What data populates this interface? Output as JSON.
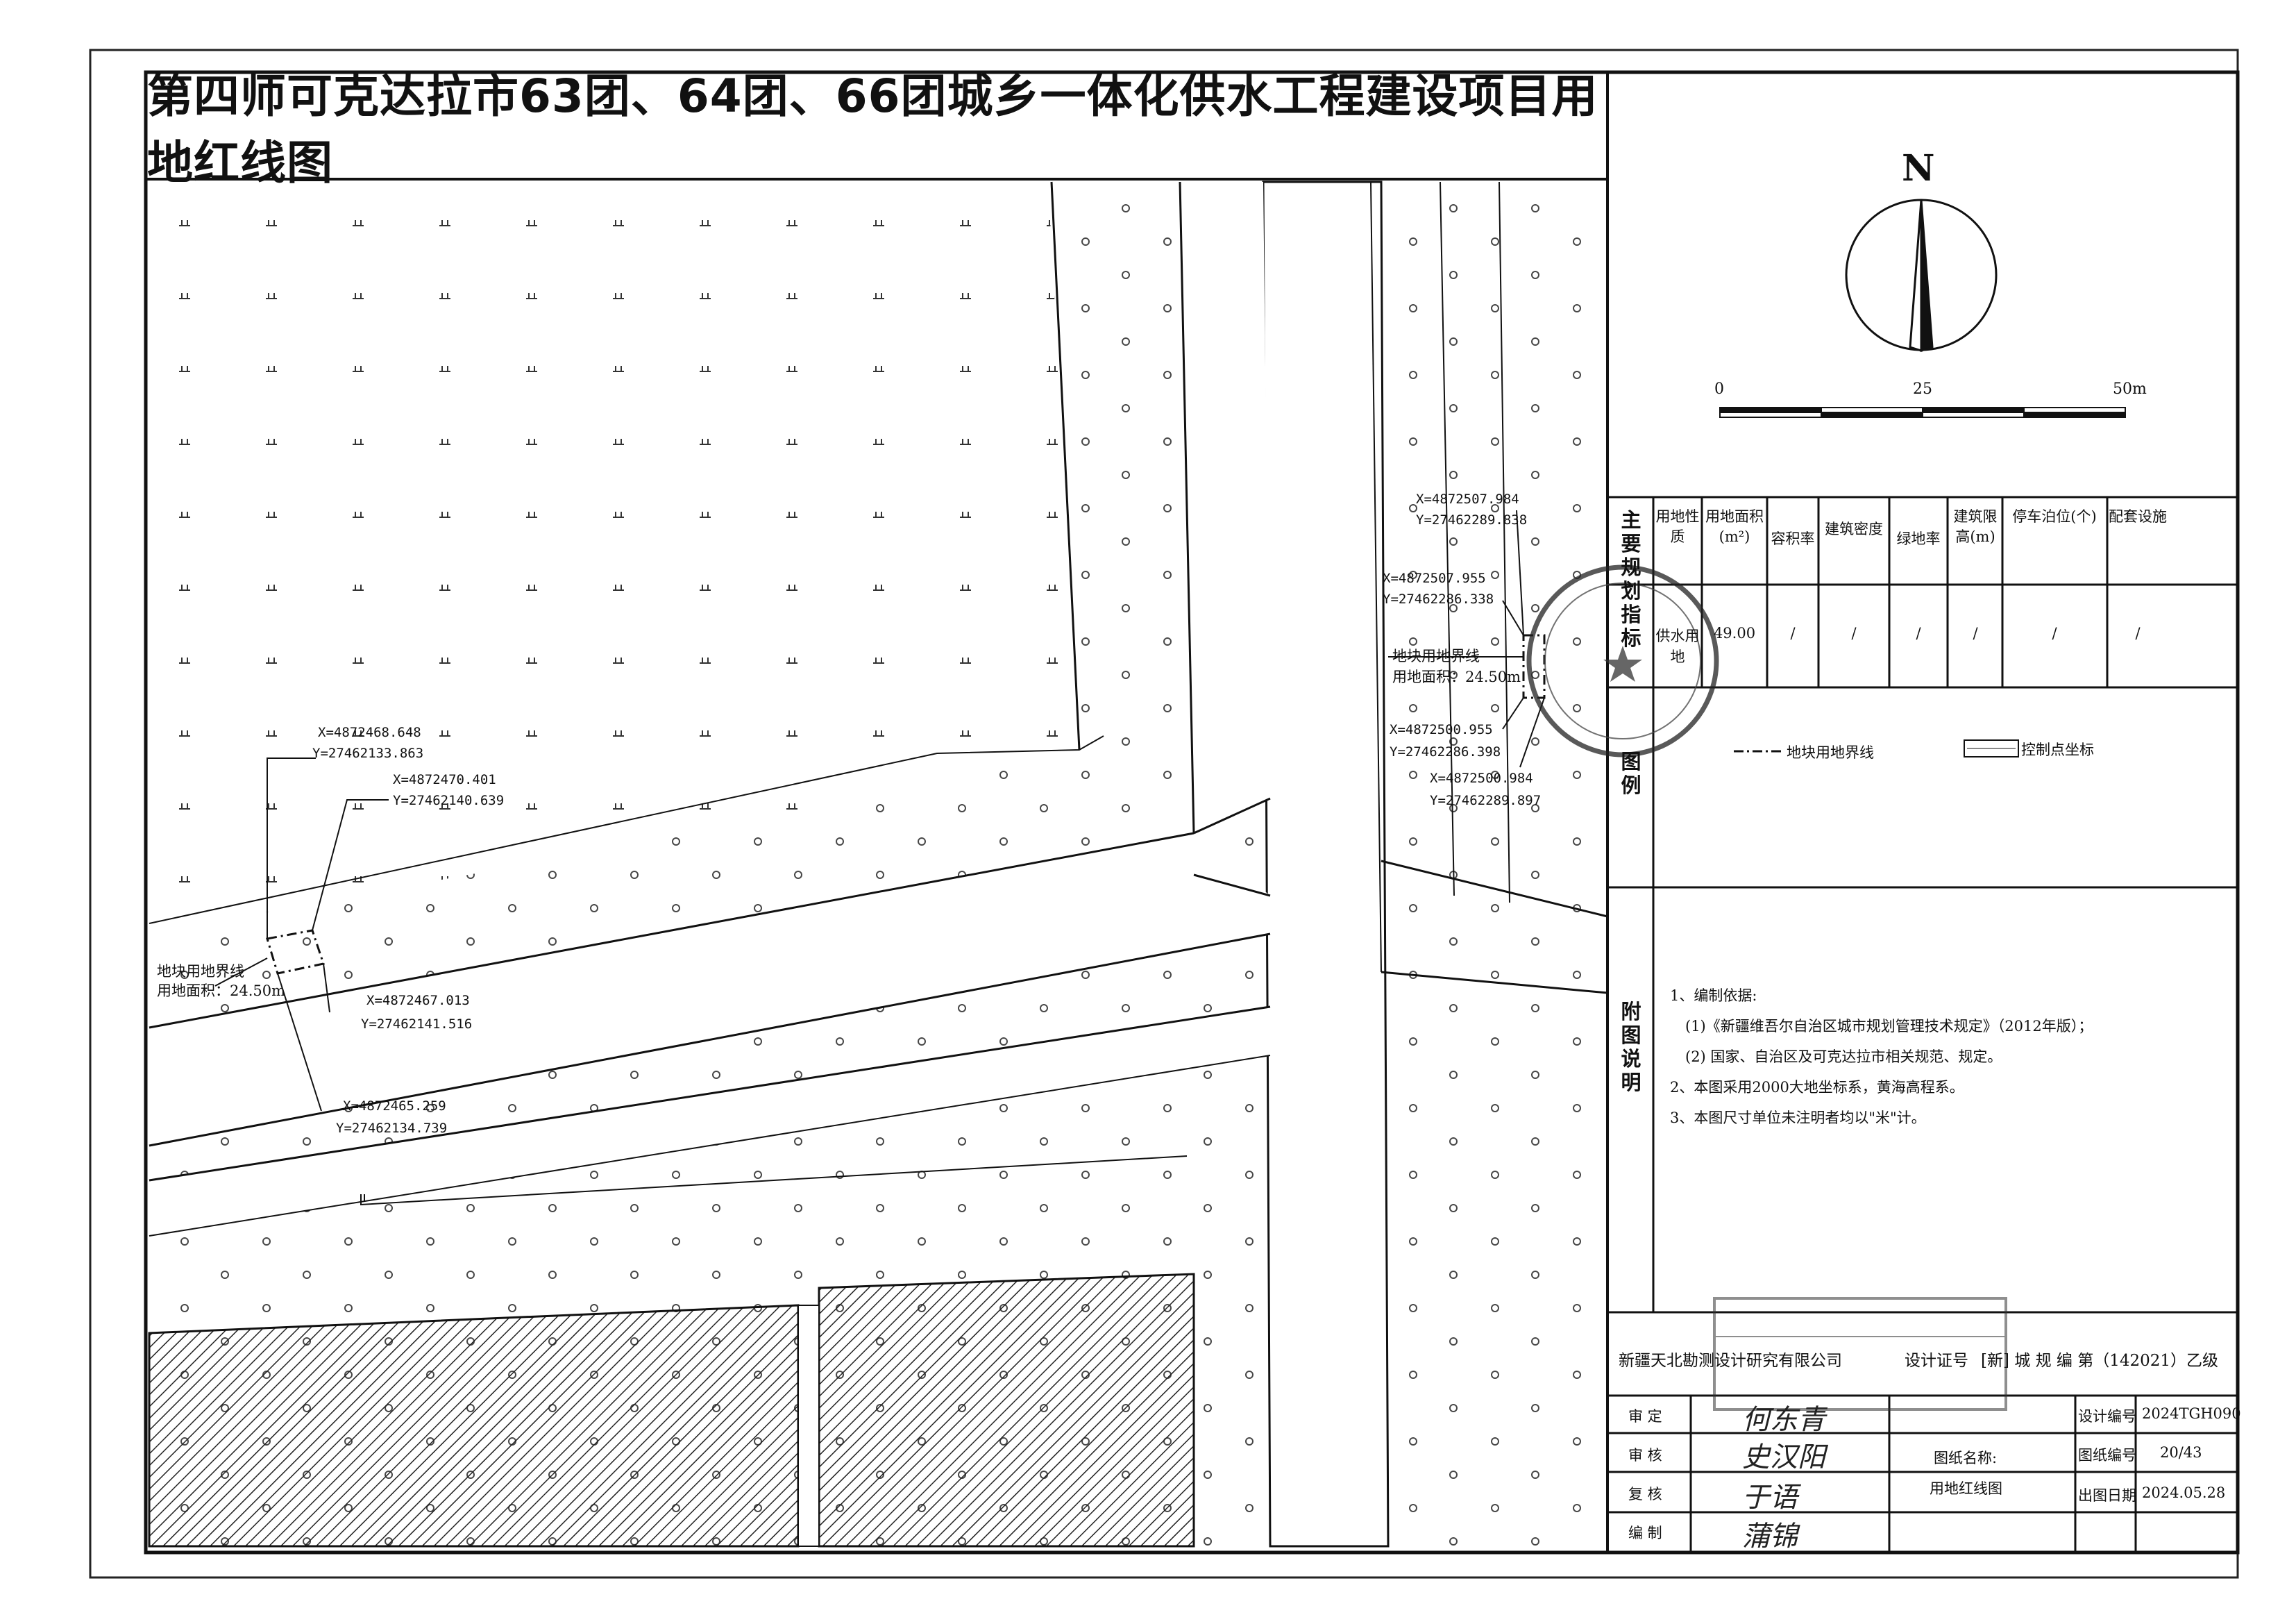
{
  "title": "第四师可克达拉市63团、64团、66团城乡一体化供水工程建设项目用地红线图",
  "map": {
    "parcel_west": {
      "boundary_label": "地块用地界线",
      "area_label": "用地面积：24.50m",
      "coords": [
        {
          "x": "X=4872468.648",
          "y": "Y=27462133.863"
        },
        {
          "x": "X=4872470.401",
          "y": "Y=27462140.639"
        },
        {
          "x": "X=4872467.013",
          "y": "Y=27462141.516"
        },
        {
          "x": "X=4872465.259",
          "y": "Y=27462134.739"
        }
      ]
    },
    "parcel_east": {
      "boundary_label": "地块用地界线",
      "area_label": "用地面积：24.50m",
      "coords": [
        {
          "x": "X=4872507.984",
          "y": "Y=27462289.838"
        },
        {
          "x": "X=4872507.955",
          "y": "Y=27462286.338"
        },
        {
          "x": "X=4872500.955",
          "y": "Y=27462286.398"
        },
        {
          "x": "X=4872500.984",
          "y": "Y=27462289.897"
        }
      ]
    }
  },
  "north_label": "N",
  "scale": {
    "ticks": [
      "0",
      "25",
      "50m"
    ]
  },
  "indicators": {
    "section_label": "主要规划指标",
    "headers": [
      "用地性质",
      "用地面积(m²)",
      "容积率",
      "建筑密度",
      "绿地率",
      "建筑限高(m)",
      "停车泊位(个)",
      "配套设施"
    ],
    "row": [
      "供水用地",
      "49.00",
      "/",
      "/",
      "/",
      "/",
      "/",
      "/"
    ]
  },
  "legend": {
    "section_label": "图例",
    "items": [
      {
        "label": "地块用地界线",
        "icon": "dash-dot-line-icon"
      },
      {
        "label": "控制点坐标",
        "icon": "control-point-tag-icon"
      }
    ]
  },
  "notes": {
    "section_label": "附图说明",
    "lines": [
      "1、编制依据:",
      "(1)《新疆维吾尔自治区城市规划管理技术规定》（2012年版）；",
      "(2) 国家、自治区及可克达拉市相关规范、规定。",
      "2、本图采用2000大地坐标系，黄海高程系。",
      "3、本图尺寸单位未注明者均以\"米\"计。"
    ]
  },
  "title_block": {
    "company": "新疆天北勘测设计研究有限公司",
    "cert_label": "设计证号",
    "cert_value": "[新] 城 规 编 第（142021）乙级",
    "roles": [
      "审 定",
      "审 核",
      "复 核",
      "编 制"
    ],
    "signatures": [
      "何东青",
      "史汉阳",
      "于语",
      "蒲锦"
    ],
    "drawing_name_label": "图纸名称:",
    "drawing_name": "用地红线图",
    "design_no_label": "设计编号",
    "design_no": "2024TGH090",
    "sheet_no_label": "图纸编号",
    "sheet_no": "20/43",
    "date_label": "出图日期",
    "date": "2024.05.28"
  },
  "colors": {
    "line": "#111111",
    "paper": "#ffffff"
  }
}
